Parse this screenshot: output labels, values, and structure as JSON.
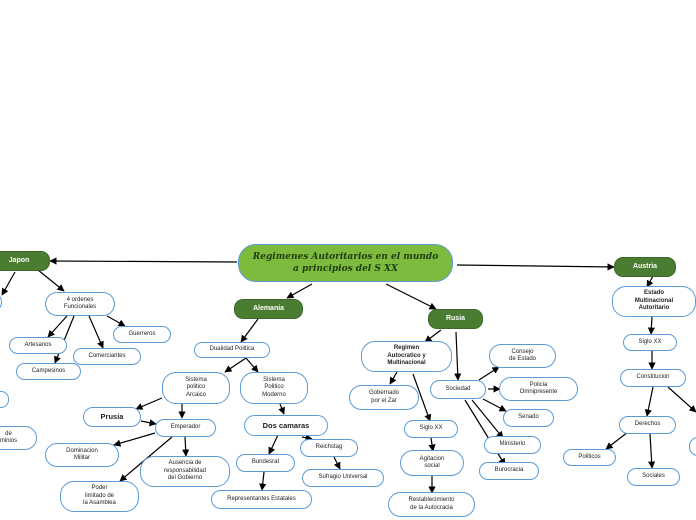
{
  "title": "Regimenes Autoritarios en el mundo\na principios del S XX",
  "countries": {
    "japon": "Japon",
    "alemania": "Alemania",
    "rusia": "Rusia",
    "austria": "Austria"
  },
  "japon": {
    "ordenes": "4 ordenes\nFuncionales",
    "artesanos": "Artesanos",
    "guerreros": "Guerreros",
    "comerciantes": "Comerciantes",
    "campesinos": "Campesinos",
    "dominios": "de\nminios"
  },
  "alemania": {
    "dualidad": "Dualidad Politica",
    "sistema_arcaico": "Sistema\npolitico\nArcaico",
    "sistema_moderno": "Sistema\nPolitico\nModerno",
    "prusia": "Prusia",
    "emperador": "Emperador",
    "dos_camaras": "Dos camaras",
    "dominacion": "Dominacion\nMilitar",
    "ausencia": "Ausencia de\nresponsabilidad\ndel Gobierno",
    "bundesrat": "Bundesrat",
    "reichstag": "Reichstag",
    "poder": "Poder\nlimitado de\nla Asamblea",
    "sufragio": "Sufragio Universal",
    "representantes": "Representantes Estatales"
  },
  "rusia": {
    "regimen": "Regimen\nAutocratico y\nMultinacional",
    "gobernado": "Gobernado\npor el Zar",
    "sociedad": "Sociedad",
    "consejo": "Consejo\nde Estado",
    "policia": "Policia\nOmnipresente",
    "senado": "Senado",
    "siglo": "Siglo XX",
    "ministerio": "Ministerio",
    "agitacion": "Agitacion\nsocial",
    "burocracia": "Burocracia",
    "restablecimiento": "Restablecimiento\nde la Autocracia"
  },
  "austria": {
    "estado": "Estado\nMultinacional\nAutoritario",
    "siglo": "Siglo XX",
    "constitucion": "Constitucion",
    "derechos": "Derechos",
    "politicos": "Politicos",
    "sociales": "Sociales"
  },
  "colors": {
    "title_fill": "#7cbb3d",
    "country_fill": "#4a7c32",
    "node_border": "#5b9bd5",
    "edge": "#000000"
  }
}
